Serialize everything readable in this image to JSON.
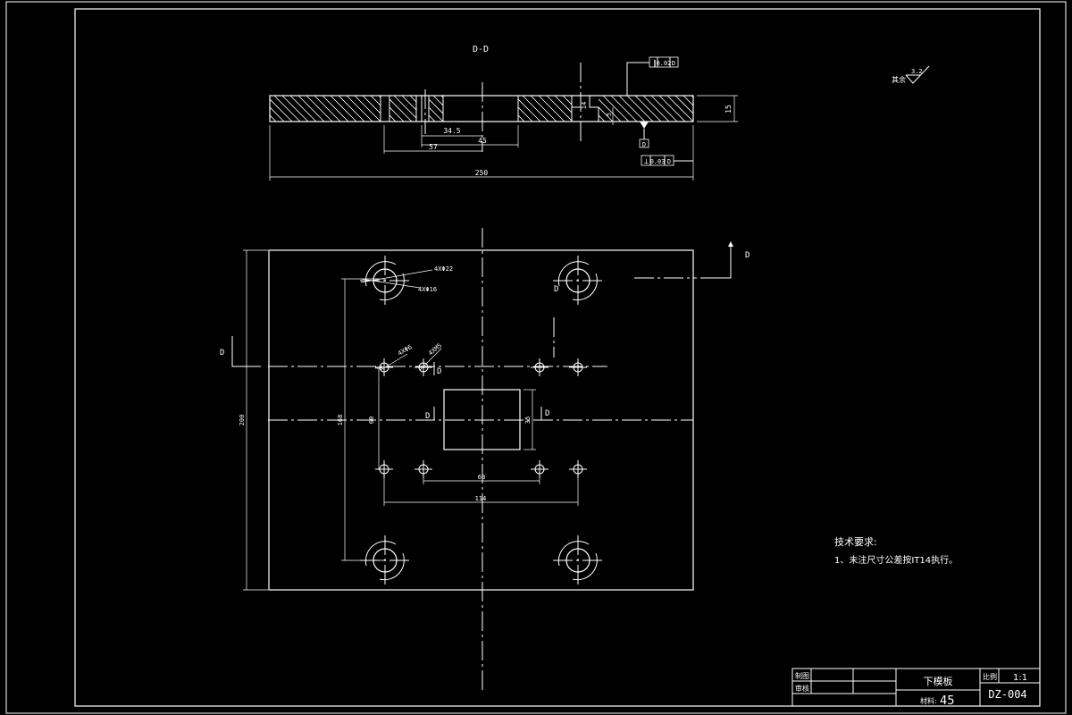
{
  "section": {
    "title": "D-D",
    "dims": {
      "d34_5": "34.5",
      "d45": "45",
      "d57": "57",
      "d250": "250",
      "thick15": "15",
      "small14": "14",
      "small5": "5"
    },
    "tolerances": {
      "parallel_value": "0.02",
      "parallel_datum": "D",
      "perp_value": "0.03",
      "perp_datum": "D",
      "datum_label": "D"
    }
  },
  "roughness": {
    "label": "其余",
    "value": "3.2"
  },
  "plan": {
    "section_mark": "D",
    "dims": {
      "h200": "200",
      "h168": "168",
      "h60": "60",
      "h35": "35",
      "w68": "68",
      "w114": "114"
    },
    "callouts": {
      "big_hole_1": "4XΦ22",
      "big_hole_2": "4XΦ16",
      "small_hole_1": "4XΦ6",
      "small_hole_2": "4XM5"
    },
    "d_marks": [
      "D",
      "D",
      "D",
      "D",
      "D"
    ]
  },
  "notes": {
    "heading": "技术要求:",
    "item1": "1、未注尺寸公差按IT14执行。"
  },
  "title_block": {
    "drawn_label": "制图",
    "checked_label": "审核",
    "part_name": "下模板",
    "scale_label": "比例",
    "scale_value": "1:1",
    "material_label": "材料:",
    "material_value": "45",
    "drawing_no": "DZ-004"
  }
}
